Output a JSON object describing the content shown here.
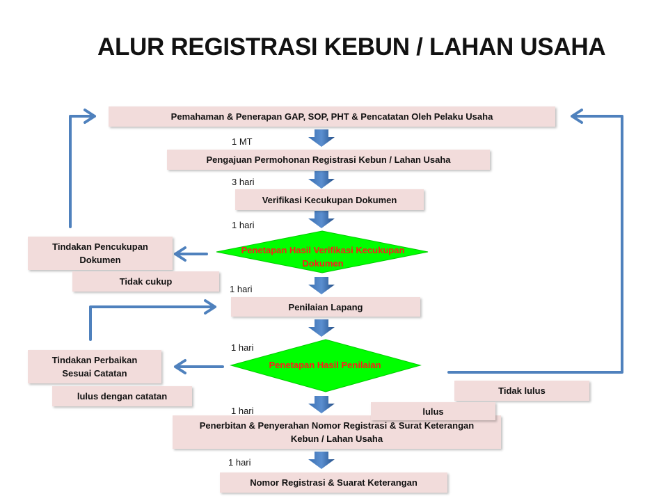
{
  "title": "ALUR REGISTRASI KEBUN / LAHAN USAHA",
  "nodes": {
    "pemahaman": "Pemahaman & Penerapan GAP, SOP, PHT & Pencatatan Oleh Pelaku Usaha",
    "pengajuan": "Pengajuan Permohonan Registrasi Kebun / Lahan Usaha",
    "verifikasi": "Verifikasi Kecukupan Dokumen",
    "penetapan_verifikasi": "Penetapan Hasil Verifikasi Kecukupan Dokumen",
    "penilaian": "Penilaian Lapang",
    "penetapan_penilaian": "Penetapan Hasil Penilaian",
    "penerbitan": "Penerbitan & Penyerahan Nomor Registrasi & Surat Keterangan Kebun / Lahan Usaha",
    "nomor": "Nomor Registrasi & Suarat Keterangan",
    "tindakan_pencukupan": "Tindakan Pencukupan Dokumen",
    "tindakan_perbaikan": "Tindakan Perbaikan Sesuai Catatan"
  },
  "labels": {
    "tidak_cukup": "Tidak cukup",
    "lulus_catatan": "lulus dengan catatan",
    "tidak_lulus": "Tidak lulus",
    "lulus": "lulus"
  },
  "durations": {
    "d1": "1 MT",
    "d2": "3 hari",
    "d3": "1 hari",
    "d4": "1 hari",
    "d5": "1 hari",
    "d6": "1 hari",
    "d7": "1 hari"
  },
  "colors": {
    "box_fill": "#f2dcdb",
    "diamond_fill": "#00ff00",
    "diamond_text": "#ff1a1a",
    "connector": "#4f81bd",
    "down_arrow": "#2e5e9a"
  }
}
